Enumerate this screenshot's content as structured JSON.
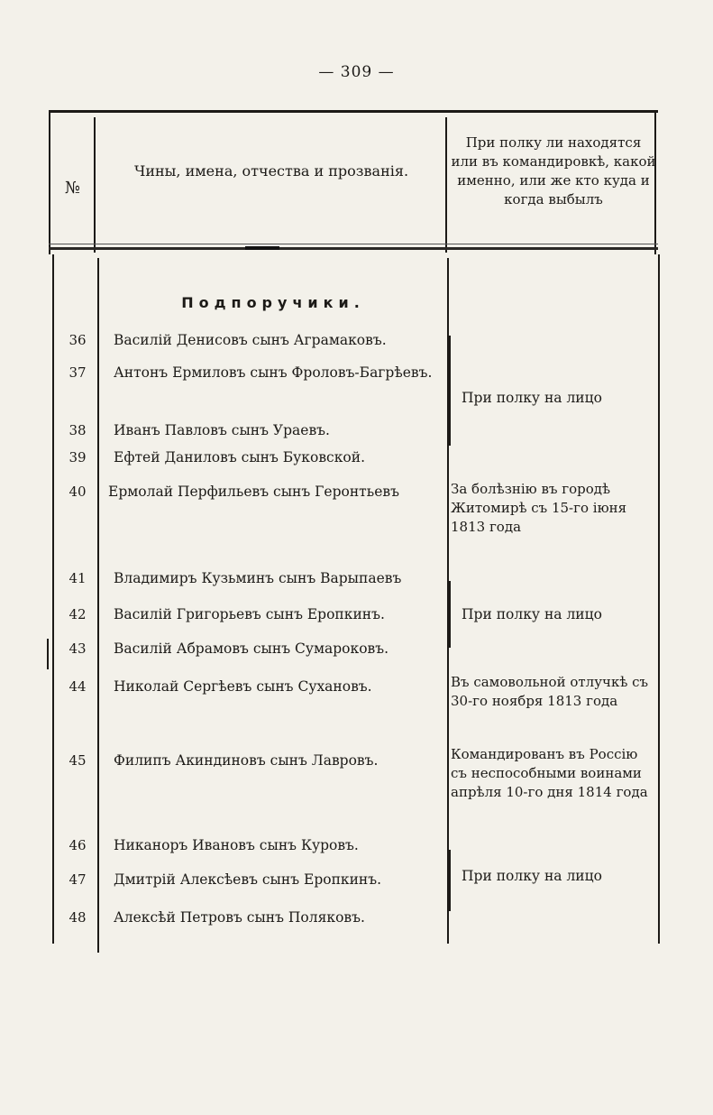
{
  "page_number": "— 309 —",
  "header": {
    "col_no": "№",
    "col_names": "Чины, имена, отчества и прозванія.",
    "col_status": "При полку ли находятся или въ командировкѣ, какой именно, или же кто куда и когда выбылъ"
  },
  "section_title": "Подпоручики.",
  "rows": [
    {
      "num": "36",
      "name": "Василій Денисовъ сынъ Аграмаковъ."
    },
    {
      "num": "37",
      "name": "Антонъ Ермиловъ сынъ Фроловъ-Багрѣевъ."
    },
    {
      "num": "38",
      "name": "Иванъ Павловъ сынъ Ураевъ."
    },
    {
      "num": "39",
      "name": "Ефтей Даниловъ сынъ Буковской."
    },
    {
      "num": "40",
      "name": "Ермолай Перфильевъ сынъ Геронтьевъ"
    },
    {
      "num": "41",
      "name": "Владимиръ Кузьминъ сынъ Варыпаевъ"
    },
    {
      "num": "42",
      "name": "Василій Григорьевъ сынъ Еропкинъ."
    },
    {
      "num": "43",
      "name": "Василій Абрамовъ сынъ Сумароковъ."
    },
    {
      "num": "44",
      "name": "Николай Сергѣевъ сынъ Сухановъ."
    },
    {
      "num": "45",
      "name": "Филипъ Акиндиновъ сынъ Лавровъ."
    },
    {
      "num": "46",
      "name": "Никаноръ Ивановъ сынъ Куровъ."
    },
    {
      "num": "47",
      "name": "Дмитрій Алексѣевъ сынъ Еропкинъ."
    },
    {
      "num": "48",
      "name": "Алексѣй Петровъ сынъ Поляковъ."
    }
  ],
  "status": {
    "group1": "При полку на лицо",
    "row40": "За болѣзнію въ городѣ Житомирѣ съ 15-го іюня 1813 года",
    "group2": "При полку на лицо",
    "row44": "Въ самовольной отлучкѣ съ 30-го ноября 1813 года",
    "row45": "Командированъ въ Россію съ неспособными воинами апрѣля 10-го дня 1814 года",
    "group3": "При полку на лицо"
  }
}
